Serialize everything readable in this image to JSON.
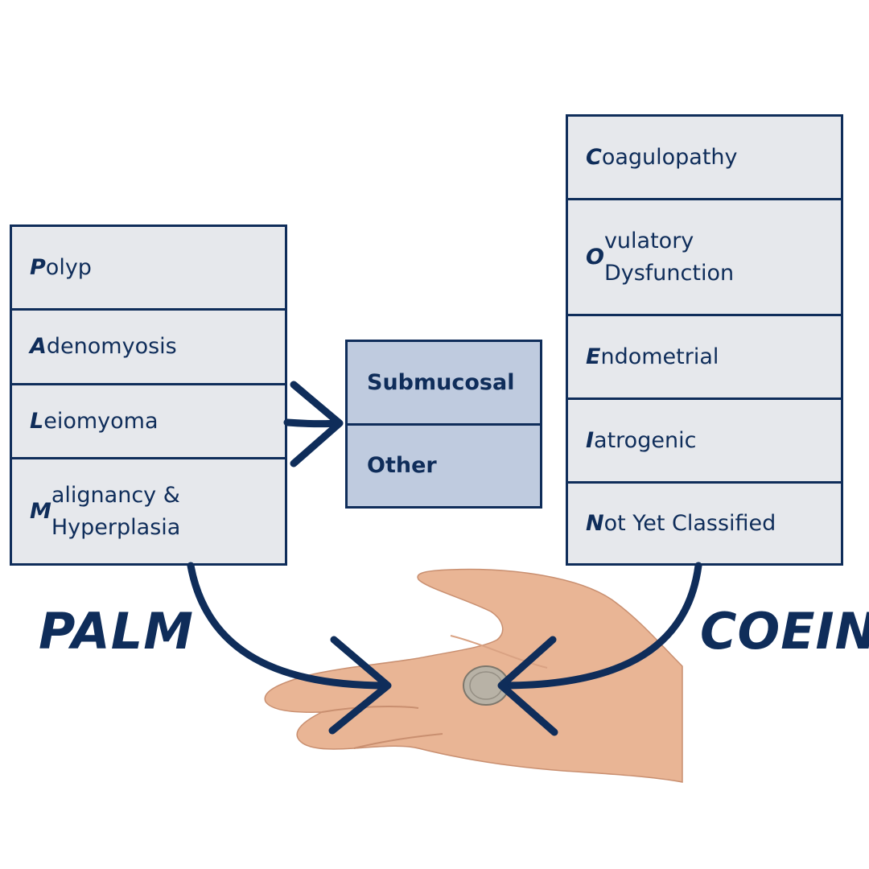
{
  "palm": {
    "label": "PALM",
    "items": [
      {
        "initial": "P",
        "rest": "olyp"
      },
      {
        "initial": "A",
        "rest": "denomyosis"
      },
      {
        "initial": "L",
        "rest": "eiomyoma"
      },
      {
        "initial": "M",
        "rest": "alignancy &\nHyperplasia"
      }
    ]
  },
  "leiomyoma_subtypes": [
    "Submucosal",
    "Other"
  ],
  "coein": {
    "label": "COEIN",
    "items": [
      {
        "initial": "C",
        "rest": "oagulopathy"
      },
      {
        "initial": "O",
        "rest": "vulatory\nDysfunction"
      },
      {
        "initial": "E",
        "rest": "ndometrial"
      },
      {
        "initial": "I",
        "rest": "atrogenic"
      },
      {
        "initial": "N",
        "rest": "ot Yet Classified"
      }
    ]
  },
  "colors": {
    "navy": "#0f2d5a",
    "cell_bg": "#e6e8ec",
    "subtype_bg": "#bfcbdf",
    "skin": "#e9b595"
  },
  "image": {
    "subject": "open palm holding a coin",
    "icons": [
      "hand-image",
      "coin-icon"
    ]
  }
}
